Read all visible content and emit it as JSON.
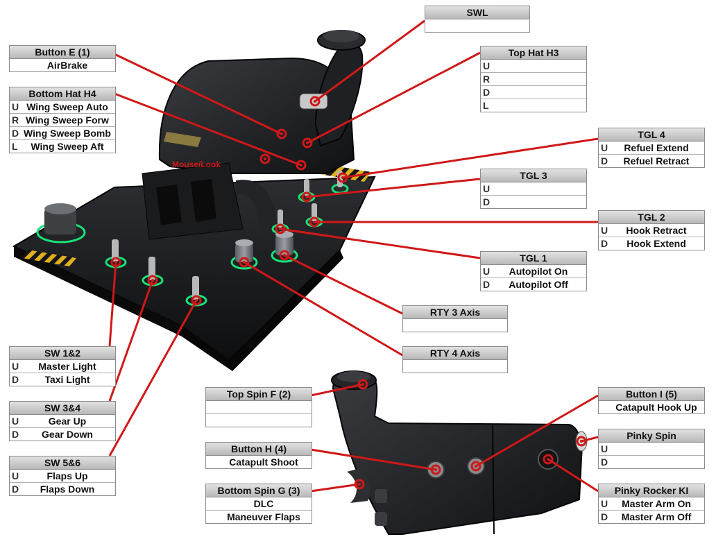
{
  "colors": {
    "line": "#d01818",
    "glow": "#19e37a",
    "device": "#1b1c1e",
    "hazard": "#e0b020"
  },
  "mouselook_label": "Mouse/Look",
  "callouts": [
    {
      "id": "swl",
      "title": "SWL",
      "rows": [
        {
          "key": "",
          "value": ""
        }
      ]
    },
    {
      "id": "button-e",
      "title": "Button E (1)",
      "rows": [
        {
          "key": "",
          "value": "AirBrake"
        }
      ]
    },
    {
      "id": "top-hat-h3",
      "title": "Top Hat H3",
      "rows": [
        {
          "key": "U",
          "value": ""
        },
        {
          "key": "R",
          "value": ""
        },
        {
          "key": "D",
          "value": ""
        },
        {
          "key": "L",
          "value": ""
        }
      ]
    },
    {
      "id": "bottom-hat-h4",
      "title": "Bottom Hat H4",
      "rows": [
        {
          "key": "U",
          "value": "Wing Sweep Auto"
        },
        {
          "key": "R",
          "value": "Wing Sweep Forw"
        },
        {
          "key": "D",
          "value": "Wing Sweep Bomb"
        },
        {
          "key": "L",
          "value": "Wing Sweep Aft"
        }
      ]
    },
    {
      "id": "tgl-4",
      "title": "TGL 4",
      "rows": [
        {
          "key": "U",
          "value": "Refuel Extend"
        },
        {
          "key": "D",
          "value": "Refuel Retract"
        }
      ]
    },
    {
      "id": "tgl-3",
      "title": "TGL 3",
      "rows": [
        {
          "key": "U",
          "value": ""
        },
        {
          "key": "D",
          "value": ""
        }
      ]
    },
    {
      "id": "tgl-2",
      "title": "TGL 2",
      "rows": [
        {
          "key": "U",
          "value": "Hook Retract"
        },
        {
          "key": "D",
          "value": "Hook Extend"
        }
      ]
    },
    {
      "id": "tgl-1",
      "title": "TGL 1",
      "rows": [
        {
          "key": "U",
          "value": "Autopilot On"
        },
        {
          "key": "D",
          "value": "Autopilot Off"
        }
      ]
    },
    {
      "id": "rty-3",
      "title": "RTY 3 Axis",
      "rows": [
        {
          "key": "",
          "value": ""
        }
      ]
    },
    {
      "id": "rty-4",
      "title": "RTY 4 Axis",
      "rows": [
        {
          "key": "",
          "value": ""
        }
      ]
    },
    {
      "id": "sw-1-2",
      "title": "SW 1&2",
      "rows": [
        {
          "key": "U",
          "value": "Master Light"
        },
        {
          "key": "D",
          "value": "Taxi Light"
        }
      ]
    },
    {
      "id": "sw-3-4",
      "title": "SW 3&4",
      "rows": [
        {
          "key": "U",
          "value": "Gear Up"
        },
        {
          "key": "D",
          "value": "Gear Down"
        }
      ]
    },
    {
      "id": "sw-5-6",
      "title": "SW 5&6",
      "rows": [
        {
          "key": "U",
          "value": "Flaps Up"
        },
        {
          "key": "D",
          "value": "Flaps Down"
        }
      ]
    },
    {
      "id": "top-spin-f",
      "title": "Top Spin F (2)",
      "rows": [
        {
          "key": "",
          "value": ""
        },
        {
          "key": "",
          "value": ""
        }
      ]
    },
    {
      "id": "button-h",
      "title": "Button H (4)",
      "rows": [
        {
          "key": "",
          "value": "Catapult Shoot"
        }
      ]
    },
    {
      "id": "bottom-spin-g",
      "title": "Bottom Spin G (3)",
      "rows": [
        {
          "key": "",
          "value": "DLC"
        },
        {
          "key": "",
          "value": "Maneuver Flaps"
        }
      ]
    },
    {
      "id": "button-i",
      "title": "Button I (5)",
      "rows": [
        {
          "key": "",
          "value": "Catapult Hook Up"
        }
      ]
    },
    {
      "id": "pinky-spin",
      "title": "Pinky Spin",
      "rows": [
        {
          "key": "U",
          "value": ""
        },
        {
          "key": "D",
          "value": ""
        }
      ]
    },
    {
      "id": "pinky-rocker",
      "title": "Pinky Rocker KI",
      "rows": [
        {
          "key": "U",
          "value": "Master Arm On"
        },
        {
          "key": "D",
          "value": "Master Arm Off"
        }
      ]
    }
  ]
}
